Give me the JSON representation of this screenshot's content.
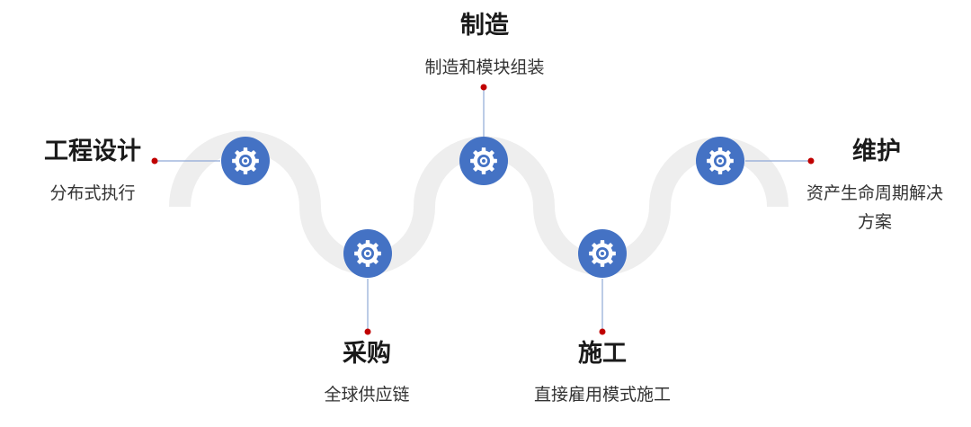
{
  "colors": {
    "track": "#eeeeee",
    "node": "#4472c4",
    "connector": "#8fa9d6",
    "dot": "#c00000",
    "title": "#1a1a1a",
    "description": "#333333"
  },
  "node_icon": "gear-icon",
  "stages": [
    {
      "id": "engineering",
      "title": "工程设计",
      "description_lines": [
        "分布式执行"
      ]
    },
    {
      "id": "procurement",
      "title": "采购",
      "description_lines": [
        "全球供应链"
      ]
    },
    {
      "id": "manufacturing",
      "title": "制造",
      "description_lines": [
        "制造和模块组装"
      ]
    },
    {
      "id": "construction",
      "title": "施工",
      "description_lines": [
        "直接雇用模式施工"
      ]
    },
    {
      "id": "maintenance",
      "title": "维护",
      "description_lines": [
        "资产生命周期解决",
        "方案"
      ]
    }
  ]
}
